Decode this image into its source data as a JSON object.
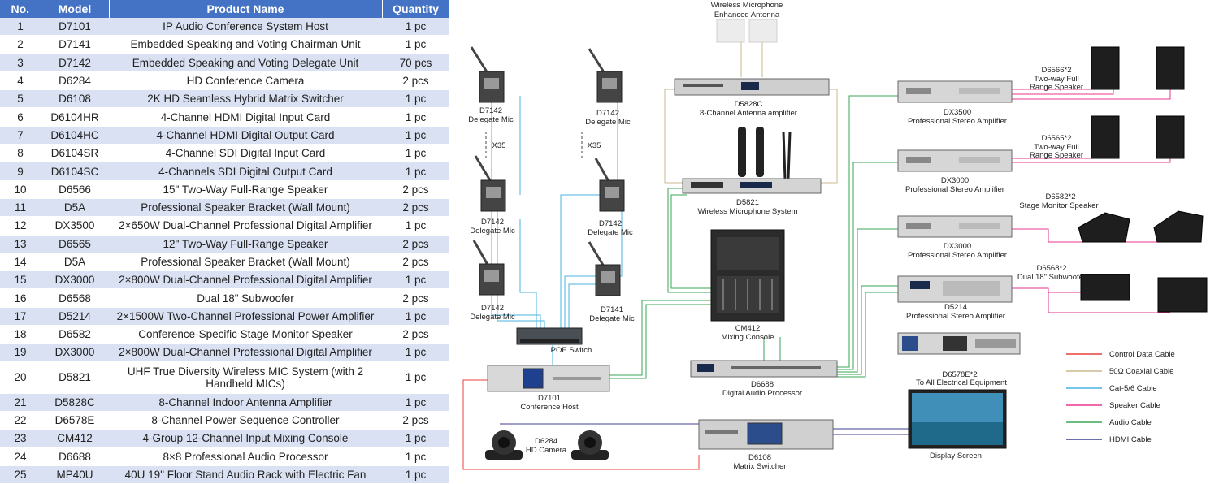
{
  "table": {
    "headers": [
      "No.",
      "Model",
      "Product Name",
      "Quantity"
    ],
    "rows": [
      [
        "1",
        "D7101",
        "IP Audio Conference System Host",
        "1 pc"
      ],
      [
        "2",
        "D7141",
        "Embedded Speaking and Voting Chairman Unit",
        "1 pc"
      ],
      [
        "3",
        "D7142",
        "Embedded Speaking and Voting Delegate Unit",
        "70 pcs"
      ],
      [
        "4",
        "D6284",
        "HD Conference Camera",
        "2 pcs"
      ],
      [
        "5",
        "D6108",
        "2K HD Seamless Hybrid Matrix Switcher",
        "1 pc"
      ],
      [
        "6",
        "D6104HR",
        "4-Channel HDMI Digital Input Card",
        "1 pc"
      ],
      [
        "7",
        "D6104HC",
        "4-Channel HDMI Digital Output Card",
        "1 pc"
      ],
      [
        "8",
        "D6104SR",
        "4-Channel SDI Digital Input Card",
        "1 pc"
      ],
      [
        "9",
        "D6104SC",
        "4-Channels SDI Digital Output Card",
        "1 pc"
      ],
      [
        "10",
        "D6566",
        "15\" Two-Way Full-Range Speaker",
        "2 pcs"
      ],
      [
        "11",
        "D5A",
        "Professional Speaker Bracket (Wall Mount)",
        "2 pcs"
      ],
      [
        "12",
        "DX3500",
        "2×650W Dual-Channel Professional Digital Amplifier",
        "1 pc"
      ],
      [
        "13",
        "D6565",
        "12\" Two-Way Full-Range Speaker",
        "2 pcs"
      ],
      [
        "14",
        "D5A",
        "Professional Speaker Bracket (Wall Mount)",
        "2 pcs"
      ],
      [
        "15",
        "DX3000",
        "2×800W Dual-Channel Professional Digital Amplifier",
        "1 pc"
      ],
      [
        "16",
        "D6568",
        "Dual 18\" Subwoofer",
        "2 pcs"
      ],
      [
        "17",
        "D5214",
        "2×1500W Two-Channel Professional Power Amplifier",
        "1 pc"
      ],
      [
        "18",
        "D6582",
        "Conference-Specific Stage Monitor Speaker",
        "2 pcs"
      ],
      [
        "19",
        "DX3000",
        "2×800W Dual-Channel Professional Digital Amplifier",
        "1 pc"
      ],
      [
        "20",
        "D5821",
        "UHF True Diversity Wireless MIC System (with 2 Handheld MICs)",
        "1 pc"
      ],
      [
        "21",
        "D5828C",
        "8-Channel Indoor Antenna Amplifier",
        "1 pc"
      ],
      [
        "22",
        "D6578E",
        "8-Channel Power Sequence Controller",
        "2 pcs"
      ],
      [
        "23",
        "CM412",
        "4-Group 12-Channel Input Mixing Console",
        "1 pc"
      ],
      [
        "24",
        "D6688",
        "8×8 Professional Audio Processor",
        "1 pc"
      ],
      [
        "25",
        "MP40U",
        "40U 19\" Floor Stand Audio Rack with Electric Fan",
        "1 pc"
      ]
    ]
  },
  "diagram": {
    "antenna_label_1": "Wireless Microphone",
    "antenna_label_2": "Enhanced Antenna",
    "mic_tl_model": "D7142",
    "mic_tl_name": "Delegate Mic",
    "mic_tr_model": "D7142",
    "mic_tr_name": "Delegate Mic",
    "mic_ml_model": "D7142",
    "mic_ml_name": "Delegate Mic",
    "mic_mr_model": "D7142",
    "mic_mr_name": "Delegate Mic",
    "mic_bl_model": "D7142",
    "mic_bl_name": "Delegate Mic",
    "mic_br_model": "D7141",
    "mic_br_name": "Delegate Mic",
    "x35_left": "X35",
    "x35_right": "X35",
    "poe_label": "POE Switch",
    "host_model": "D7101",
    "host_name": "Conference Host",
    "camera_model": "D6284",
    "camera_name": "HD  Camera",
    "antenna_amp_model": "D5828C",
    "antenna_amp_name": "8-Channel Antenna amplifier",
    "wireless_model": "D5821",
    "wireless_name": "Wireless Microphone System",
    "mixer_model": "CM412",
    "mixer_name": "Mixing Console",
    "processor_model": "D6688",
    "processor_name": "Digital Audio Processor",
    "matrix_model": "D6108",
    "matrix_name": "Matrix Switcher",
    "amp1_model": "DX3500",
    "amp1_name": "Professional Stereo Amplifier",
    "amp2_model": "DX3000",
    "amp2_name": "Professional Stereo Amplifier",
    "amp3_model": "DX3000",
    "amp3_name": "Professional Stereo Amplifier",
    "amp4_model": "D5214",
    "amp4_name": "Professional Stereo Amplifier",
    "spk1_model": "D6566*2",
    "spk1_name_1": "Two-way Full",
    "spk1_name_2": "Range Speaker",
    "spk2_model": "D6565*2",
    "spk2_name_1": "Two-way Full",
    "spk2_name_2": "Range Speaker",
    "spk3_model": "D6582*2",
    "spk3_name": "Stage Monitor Speaker",
    "spk4_model": "D6568*2",
    "spk4_name": "Dual 18\" Subwoofer",
    "seq_model": "D6578E*2",
    "seq_name": "To All Electrical Equipment",
    "display_name": "Display Screen",
    "legend": [
      {
        "label": "Control Data Cable",
        "color": "#e8413c"
      },
      {
        "label": "50Ω Coaxial Cable",
        "color": "#c9b98f"
      },
      {
        "label": "Cat-5/6 Cable",
        "color": "#49b3e0"
      },
      {
        "label": "Speaker Cable",
        "color": "#e8368f"
      },
      {
        "label": "Audio Cable",
        "color": "#3aa655"
      },
      {
        "label": "HDMI Cable",
        "color": "#3b3f8f"
      }
    ]
  }
}
